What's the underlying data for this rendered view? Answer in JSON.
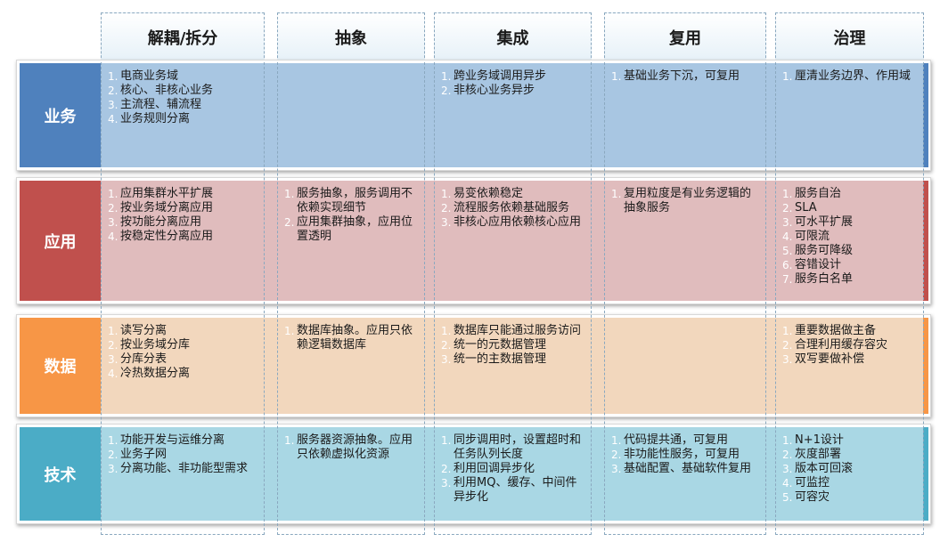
{
  "columns": [
    "解耦/拆分",
    "抽象",
    "集成",
    "复用",
    "治理"
  ],
  "colors": {
    "business_label": "#4f81bd",
    "business_cell": "#a8c6e2",
    "app_label": "#c0504d",
    "app_cell": "#e0bcbd",
    "data_label": "#f79646",
    "data_cell": "#f2d7bd",
    "tech_label": "#4bacc6",
    "tech_cell": "#a9d7e4"
  },
  "rows": [
    {
      "label": "业务",
      "cells": [
        [
          "电商业务域",
          "核心、非核心业务",
          "主流程、辅流程",
          "业务规则分离"
        ],
        [],
        [
          "跨业务域调用异步",
          "非核心业务异步"
        ],
        [
          "基础业务下沉，可复用"
        ],
        [
          "厘清业务边界、作用域"
        ]
      ]
    },
    {
      "label": "应用",
      "cells": [
        [
          "应用集群水平扩展",
          "按业务域分离应用",
          "按功能分离应用",
          "按稳定性分离应用"
        ],
        [
          "服务抽象，服务调用不依赖实现细节",
          "应用集群抽象，应用位置透明"
        ],
        [
          "易变依赖稳定",
          "流程服务依赖基础服务",
          "非核心应用依赖核心应用"
        ],
        [
          "复用粒度是有业务逻辑的抽象服务"
        ],
        [
          "服务自治",
          "SLA",
          "可水平扩展",
          "可限流",
          "服务可降级",
          "容错设计",
          "服务白名单"
        ]
      ]
    },
    {
      "label": "数据",
      "cells": [
        [
          "读写分离",
          "按业务域分库",
          "分库分表",
          "冷热数据分离"
        ],
        [
          "数据库抽象。应用只依赖逻辑数据库"
        ],
        [
          "数据库只能通过服务访问",
          "统一的元数据管理",
          "统一的主数据管理"
        ],
        [],
        [
          "重要数据做主备",
          "合理利用缓存容灾",
          "双写要做补偿"
        ]
      ]
    },
    {
      "label": "技术",
      "cells": [
        [
          "功能开发与运维分离",
          "业务子网",
          "分离功能、非功能型需求"
        ],
        [
          "服务器资源抽象。应用只依赖虚拟化资源"
        ],
        [
          "同步调用时，设置超时和任务队列长度",
          "利用回调异步化",
          "利用MQ、缓存、中间件异步化"
        ],
        [
          "代码提共通，可复用",
          "非功能性服务，可复用",
          "基础配置、基础软件复用"
        ],
        [
          "N+1设计",
          "灰度部署",
          "版本可回滚",
          "可监控",
          "可容灾"
        ]
      ]
    }
  ]
}
